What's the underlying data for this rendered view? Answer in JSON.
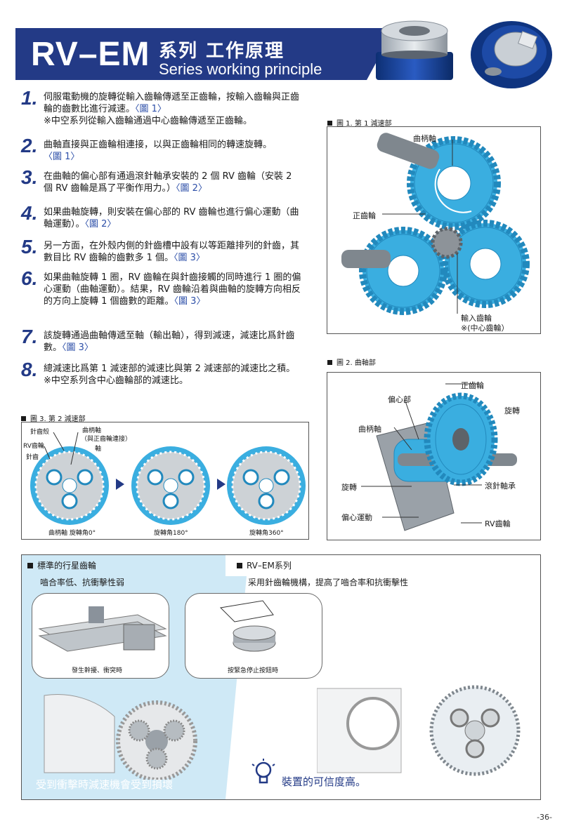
{
  "header": {
    "model": "RV–EM",
    "title_zh": "系列 工作原理",
    "title_en": "Series working principle"
  },
  "steps": [
    {
      "num": "1.",
      "text": "伺服電動機的旋轉從輸入齒輪傳遞至正齒輪，按輸入齒輪與正齒輪的齒數比進行減速。",
      "ref": "〈圖 1〉",
      "note": "※中空系列從輸入齒輪通過中心齒輪傳遞至正齒輪。"
    },
    {
      "num": "2.",
      "text": "曲軸直接與正齒輪相連接，以與正齒輪相同的轉速旋轉。",
      "ref": "〈圖 1〉",
      "note": ""
    },
    {
      "num": "3.",
      "text": "在曲軸的偏心部有通過滾針軸承安裝的 2 個 RV 齒輪（安裝 2 個 RV 齒輪是爲了平衡作用力。）",
      "ref": "〈圖 2〉",
      "note": ""
    },
    {
      "num": "4.",
      "text": "如果曲軸旋轉，則安裝在偏心部的 RV 齒輪也進行偏心運動（曲軸運動）。",
      "ref": "〈圖 2〉",
      "note": ""
    },
    {
      "num": "5.",
      "text": "另一方面，在外殼内側的針齒槽中設有以等距離排列的針齒，其數目比 RV 齒輪的齒數多 1 個。",
      "ref": "〈圖 3〉",
      "note": ""
    },
    {
      "num": "6.",
      "text": "如果曲軸旋轉 1 圈，RV 齒輪在與針齒接觸的同時進行 1 圈的偏心運動（曲軸運動）。結果，RV 齒輪沿着與曲軸的旋轉方向相反的方向上旋轉 1 個齒數的距離。",
      "ref": "〈圖 3〉",
      "note": ""
    },
    {
      "num": "7.",
      "text": "該旋轉通過曲軸傳遞至軸（輸出軸），得到減速，減速比爲針齒數。",
      "ref": "〈圖 3〉",
      "note": ""
    },
    {
      "num": "8.",
      "text": "總減速比爲第 1 減速部的減速比與第 2 減速部的減速比之積。",
      "ref": "",
      "note": "※中空系列含中心齒輪部的減速比。"
    }
  ],
  "fig1": {
    "caption": "圖 1. 第 1 減速部",
    "labels": {
      "crankshaft": "曲柄軸",
      "spur_gear": "正齒輪",
      "input_gear": "輸入齒輪",
      "center_gear": "※(中心齒輪）"
    }
  },
  "fig2": {
    "caption": "圖 2. 曲軸部",
    "labels": {
      "spur_gear": "正齒輪",
      "eccentric": "偏心部",
      "rotation_top": "旋轉",
      "crankshaft": "曲柄軸",
      "rotation_left": "旋轉",
      "needle_bearing": "滾針軸承",
      "eccentric_motion": "偏心運動",
      "rv_gear": "RV齒輪"
    }
  },
  "fig3": {
    "caption": "圖 3. 第 2 減速部",
    "labels": {
      "pin_housing": "針齒殼",
      "rv_gear": "RV齒輪",
      "pin": "針齒",
      "crankshaft": "曲柄軸",
      "crankshaft_note": "（與正齒輪連接）",
      "shaft": "軸"
    },
    "panel_captions": [
      "曲柄軸 旋轉角0°",
      "旋轉角180°",
      "旋轉角360°"
    ]
  },
  "comparison": {
    "left": {
      "title": "標準的行星齒輪",
      "subtitle": "嚙合率低、抗衝擊性弱",
      "bubble1_caption": "發生幹擾、衝突時",
      "bubble2_caption": "按緊急停止按鈕時",
      "result": "受到衝擊時減速機會受到損壞"
    },
    "right": {
      "title": "RV–EM系列",
      "subtitle": "采用針齒輪機構，提高了嚙合率和抗衝擊性",
      "result": "裝置的可信度高。"
    }
  },
  "page_number": "-36-",
  "colors": {
    "navy": "#233a86",
    "gear_blue": "#3aaee0",
    "light_blue": "#cfe9f6",
    "ref_blue": "#2d4fa8"
  }
}
